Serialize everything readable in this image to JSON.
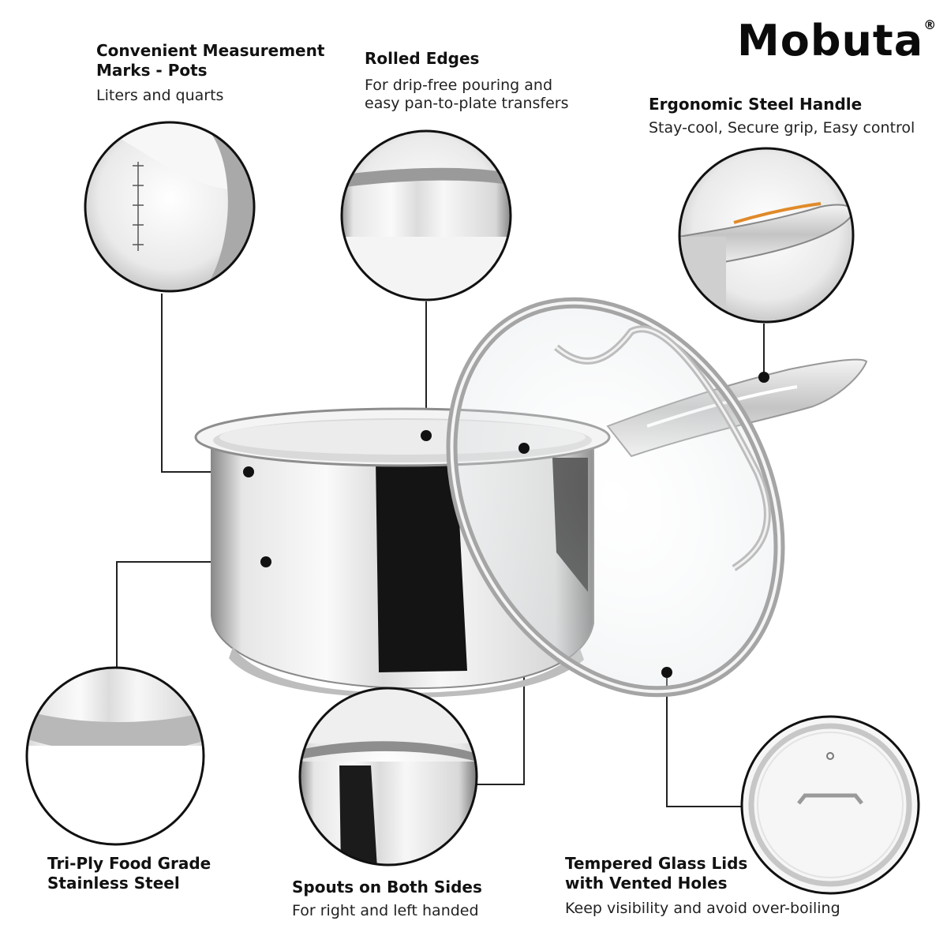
{
  "brand": {
    "name": "Mobuta",
    "mark": "®"
  },
  "features": {
    "measurement": {
      "title": "Convenient  Measurement\nMarks - Pots",
      "subtitle": "Liters and quarts"
    },
    "rolled_edges": {
      "title": "Rolled Edges",
      "subtitle": "For drip-free pouring and\neasy pan-to-plate transfers"
    },
    "handle": {
      "title": "Ergonomic Steel Handle",
      "subtitle": "Stay-cool, Secure grip, Easy control"
    },
    "triply": {
      "title": "Tri-Ply Food Grade\nStainless Steel",
      "subtitle": ""
    },
    "spouts": {
      "title": "Spouts on Both Sides",
      "subtitle": "For right and left handed"
    },
    "glass_lid": {
      "title": "Tempered Glass Lids\nwith Vented Holes",
      "subtitle": "Keep visibility and avoid over-boiling"
    }
  },
  "colors": {
    "text": "#111111",
    "steel_light": "#f1f1f1",
    "steel_mid": "#c9c9c9",
    "steel_dark": "#1a1a1a",
    "accent_handle": "#e08a2a"
  }
}
